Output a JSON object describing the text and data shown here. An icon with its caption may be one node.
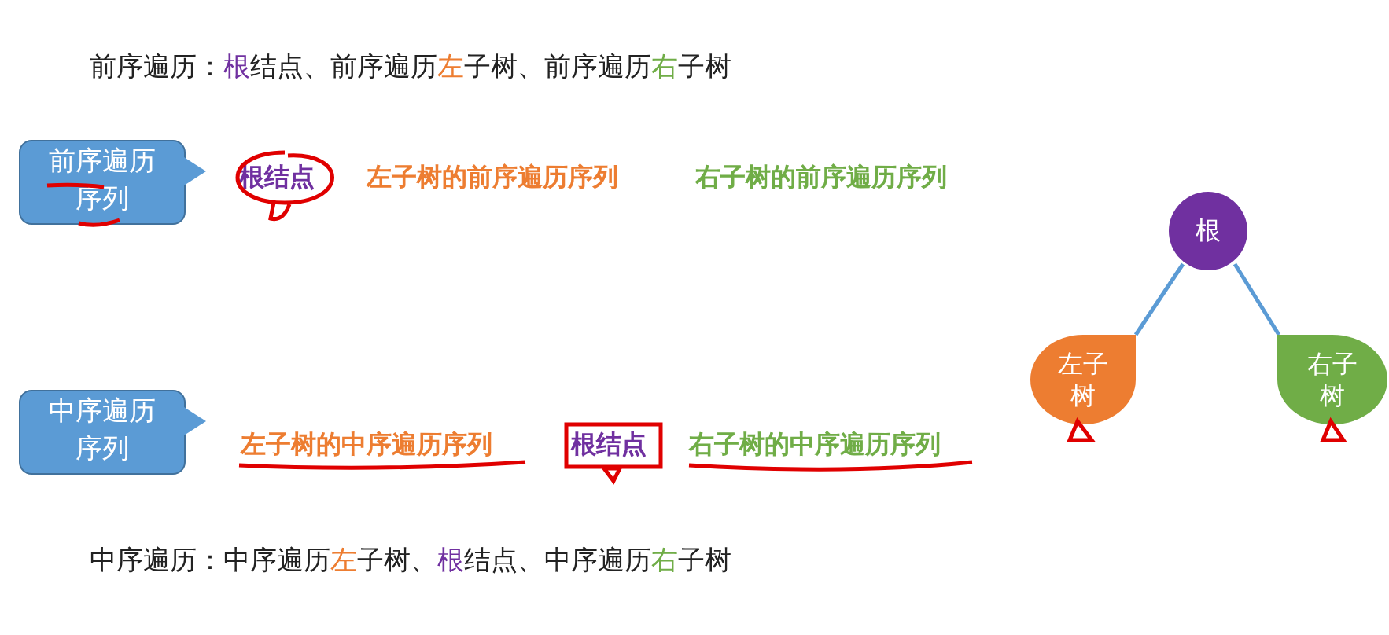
{
  "diagram": {
    "nodes": [
      {
        "text": [
          "前序遍历序列"
        ]
      },
      {
        "text": [
          "中序遍历序列"
        ]
      },
      {
        "text": [
          "根"
        ]
      },
      {
        "text": [
          "左子树"
        ]
      },
      {
        "text": [
          "右子树"
        ]
      }
    ],
    "edges": [
      {
        "from": 2,
        "to": 3,
        "arrow": "none"
      },
      {
        "from": 2,
        "to": 4,
        "arrow": "none"
      }
    ],
    "labels": [
      "前序遍历：",
      "根",
      "结点、前序遍历",
      "左",
      "子树、前序遍历",
      "右",
      "子树",
      "根结点",
      "左子树的前序遍历序列",
      "右子树的前序遍历序列",
      "左子树的中序遍历序列",
      "根结点",
      "右子树的中序遍历序列",
      "中序遍历：中序遍历",
      "左",
      "子树、",
      "根",
      "结点、中序遍历",
      "右",
      "子树"
    ]
  }
}
